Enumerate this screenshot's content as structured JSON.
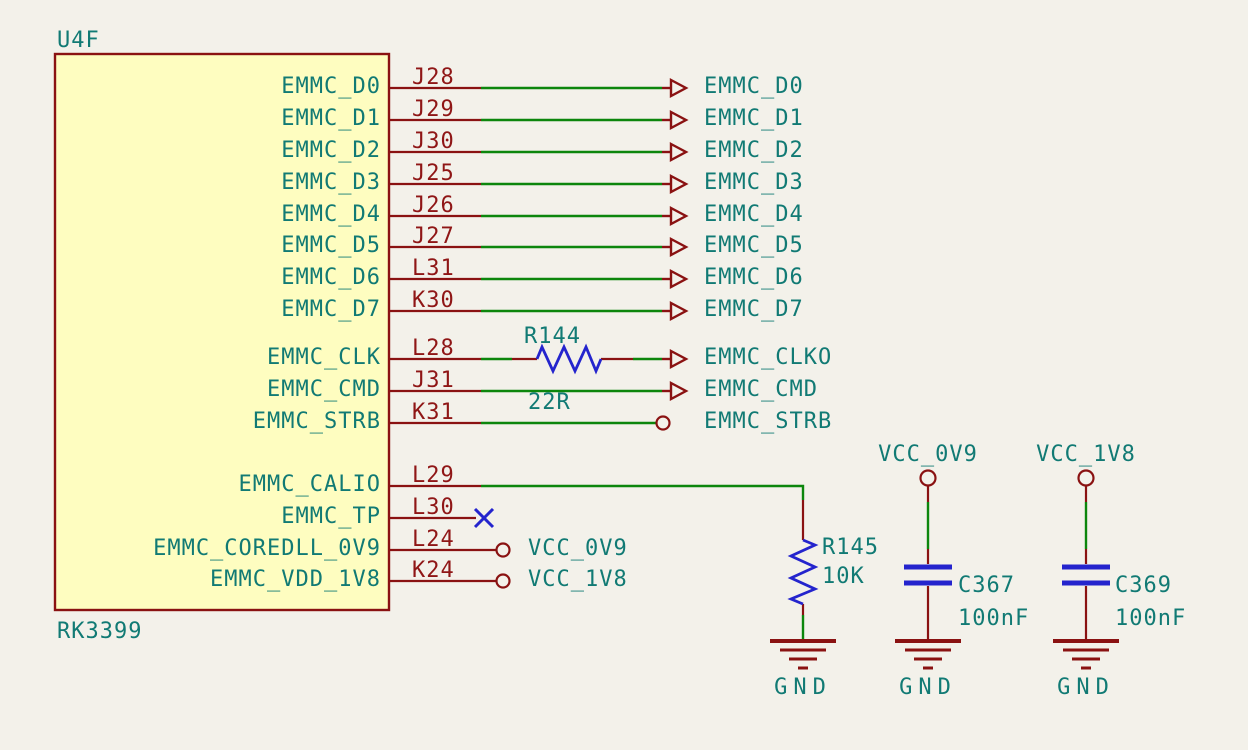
{
  "colors": {
    "background": "#f3f1ea",
    "wire_green": "#0c860c",
    "pin_maroon": "#8a1212",
    "device_blue": "#2424cd",
    "text_teal": "#117a74",
    "text_maroon": "#8f1616",
    "ic_fill": "#fefdc0"
  },
  "ic": {
    "reference": "U4F",
    "value": "RK3399",
    "pins": [
      {
        "name": "EMMC_D0",
        "number": "J28"
      },
      {
        "name": "EMMC_D1",
        "number": "J29"
      },
      {
        "name": "EMMC_D2",
        "number": "J30"
      },
      {
        "name": "EMMC_D3",
        "number": "J25"
      },
      {
        "name": "EMMC_D4",
        "number": "J26"
      },
      {
        "name": "EMMC_D5",
        "number": "J27"
      },
      {
        "name": "EMMC_D6",
        "number": "L31"
      },
      {
        "name": "EMMC_D7",
        "number": "K30"
      },
      {
        "name": "EMMC_CLK",
        "number": "L28"
      },
      {
        "name": "EMMC_CMD",
        "number": "J31"
      },
      {
        "name": "EMMC_STRB",
        "number": "K31"
      },
      {
        "name": "EMMC_CALIO",
        "number": "L29"
      },
      {
        "name": "EMMC_TP",
        "number": "L30"
      },
      {
        "name": "EMMC_COREDLL_0V9",
        "number": "L24"
      },
      {
        "name": "EMMC_VDD_1V8",
        "number": "K24"
      }
    ]
  },
  "hierarchical_labels": [
    "EMMC_D0",
    "EMMC_D1",
    "EMMC_D2",
    "EMMC_D3",
    "EMMC_D4",
    "EMMC_D5",
    "EMMC_D6",
    "EMMC_D7",
    "EMMC_CLKO",
    "EMMC_CMD",
    "EMMC_STRB"
  ],
  "pin_net_labels": [
    "VCC_0V9",
    "VCC_1V8"
  ],
  "resistors": [
    {
      "reference": "R144",
      "value": "22R"
    },
    {
      "reference": "R145",
      "value": "10K"
    }
  ],
  "capacitors": [
    {
      "reference": "C367",
      "value": "100nF"
    },
    {
      "reference": "C369",
      "value": "100nF"
    }
  ],
  "power_ports": [
    "VCC_0V9",
    "VCC_1V8"
  ],
  "ground_labels": [
    "GND",
    "GND",
    "GND"
  ]
}
